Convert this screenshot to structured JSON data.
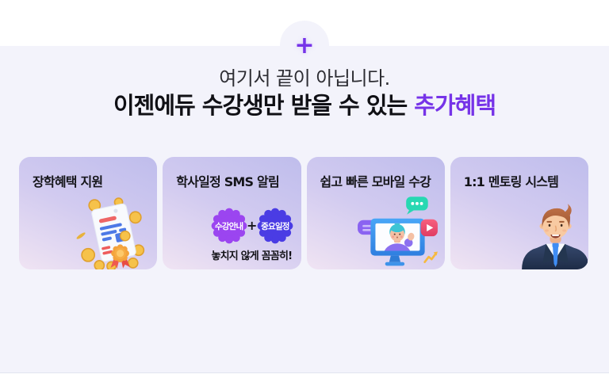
{
  "section": {
    "plus_badge": "+",
    "heading_line1": "여기서 끝이 아닙니다.",
    "heading_line2_prefix": "이젠에듀 수강생만 받을 수 있는 ",
    "heading_line2_accent": "추가혜택"
  },
  "cards": [
    {
      "title": "장학혜택 지원",
      "illustration": "scholarship-certificate-coins-icon"
    },
    {
      "title": "학사일정 SMS 알림",
      "badge_left": "수강안내",
      "badge_plus": "+",
      "badge_right": "중요일정",
      "caption": "놓치지 않게 꼼꼼히!",
      "illustration": "sms-alert-badges-icon"
    },
    {
      "title": "쉽고 빠른 모바일 수강",
      "illustration": "mobile-video-lecture-icon"
    },
    {
      "title": "1:1 멘토링 시스템",
      "illustration": "mentor-avatar-icon"
    }
  ],
  "colors": {
    "accent": "#7633e8",
    "badge-purple": "#9b45f0",
    "badge-indigo": "#4a3ce4",
    "section-bg": "#f3f3fb"
  }
}
